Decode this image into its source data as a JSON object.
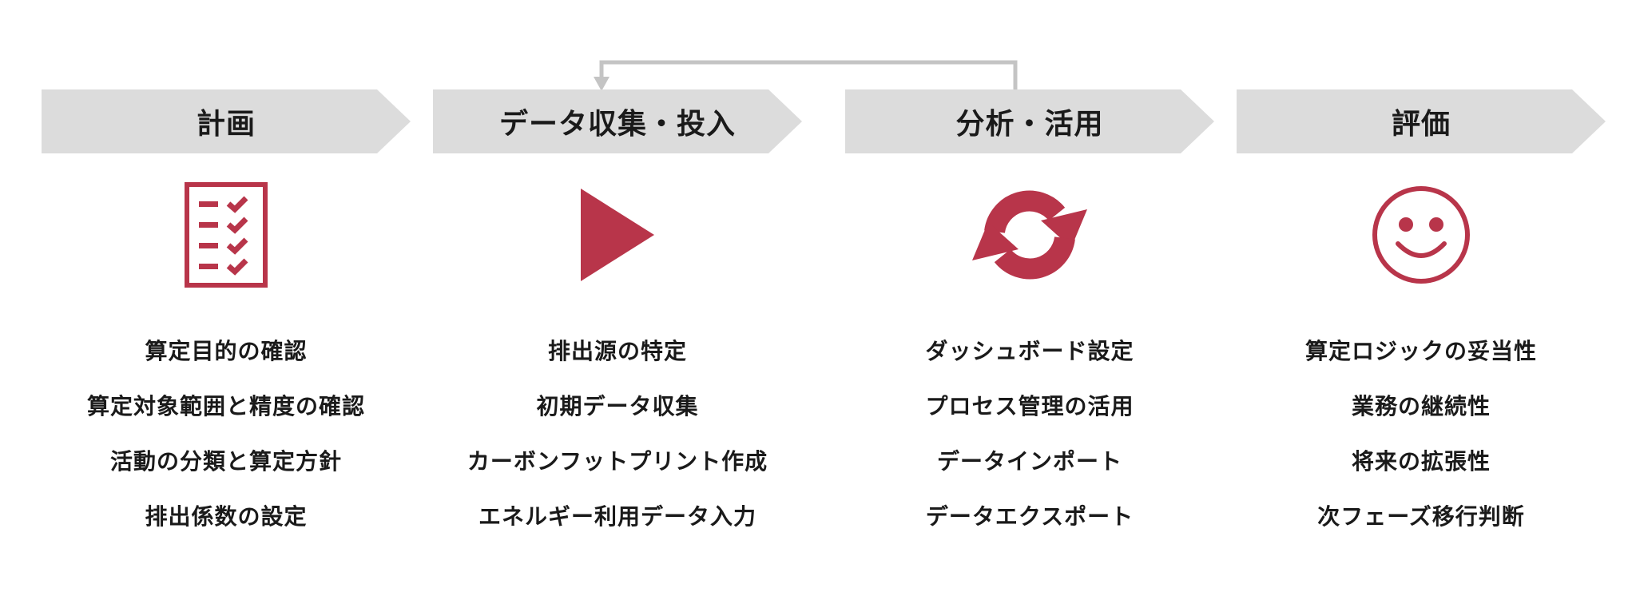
{
  "accent_color": "#b8354a",
  "chevron_color": "#dcdcdc",
  "connector_color": "#c4c4c4",
  "stages": [
    {
      "title": "計画",
      "icon": "checklist-icon",
      "items": [
        "算定目的の確認",
        "算定対象範囲と精度の確認",
        "活動の分類と算定方針",
        "排出係数の設定"
      ]
    },
    {
      "title": "データ収集・投入",
      "icon": "play-icon",
      "items": [
        "排出源の特定",
        "初期データ収集",
        "カーボンフットプリント作成",
        "エネルギー利用データ入力"
      ]
    },
    {
      "title": "分析・活用",
      "icon": "refresh-icon",
      "items": [
        "ダッシュボード設定",
        "プロセス管理の活用",
        "データインポート",
        "データエクスポート"
      ]
    },
    {
      "title": "評価",
      "icon": "smiley-icon",
      "items": [
        "算定ロジックの妥当性",
        "業務の継続性",
        "将来の拡張性",
        "次フェーズ移行判断"
      ]
    }
  ]
}
